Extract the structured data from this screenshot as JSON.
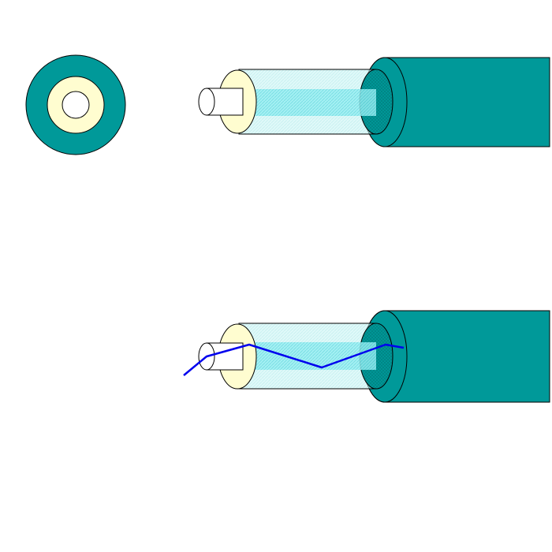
{
  "colors": {
    "background": "#ffffff",
    "outline": "#000000",
    "jacket": "#009999",
    "jacket_hatch": "#007f7f",
    "buffer": "#fffdd0",
    "cladding": "#ccf5f5",
    "cladding_hatch": "#9ee6e6",
    "core": "#99eef2",
    "core_hatch": "#66d9e0",
    "core_tip": "#ffffff",
    "light_ray": "#0000ee"
  },
  "figures": [
    {
      "name": "fiber-cross-section",
      "layers": [
        "jacket",
        "buffer",
        "core"
      ]
    },
    {
      "name": "fiber-layered-view",
      "layers": [
        "jacket",
        "cladding",
        "buffer",
        "core"
      ]
    },
    {
      "name": "fiber-light-propagation",
      "layers": [
        "jacket",
        "cladding",
        "buffer",
        "core",
        "light_ray"
      ]
    }
  ]
}
